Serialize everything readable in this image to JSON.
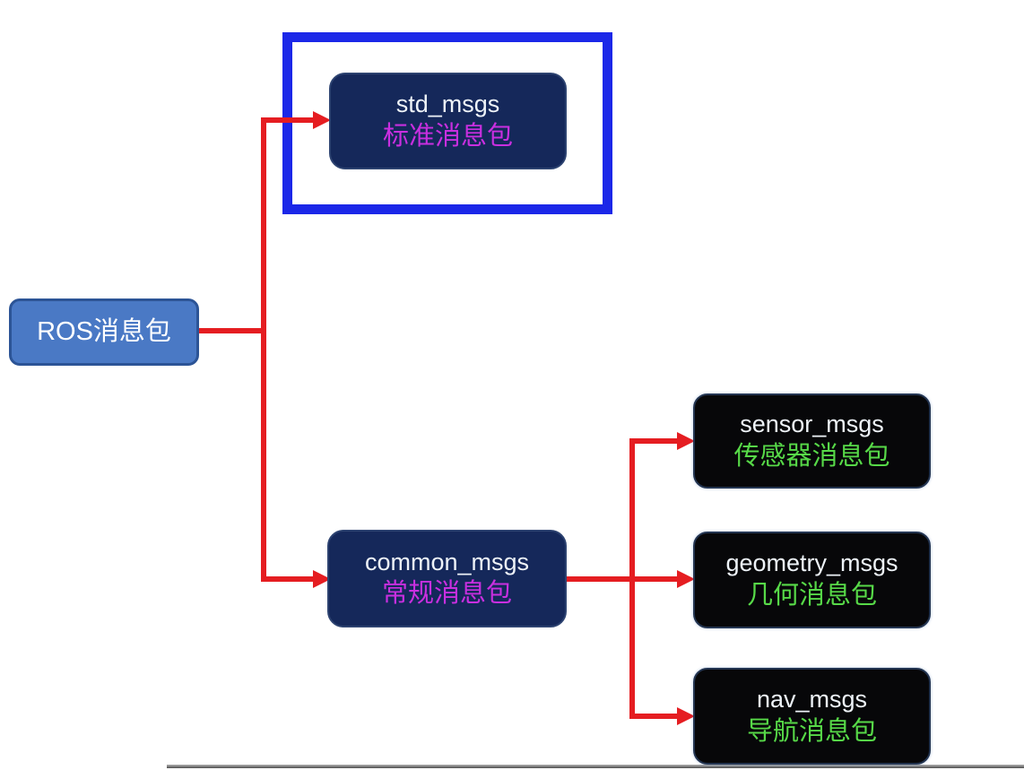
{
  "diagram": {
    "description": "ROS message package hierarchy diagram",
    "nodes": {
      "root": {
        "title": "ROS消息包"
      },
      "std": {
        "title": "std_msgs",
        "subtitle": "标准消息包",
        "highlighted": true
      },
      "common": {
        "title": "common_msgs",
        "subtitle": "常规消息包"
      },
      "sensor": {
        "title": "sensor_msgs",
        "subtitle": "传感器消息包"
      },
      "geometry": {
        "title": "geometry_msgs",
        "subtitle": "几何消息包"
      },
      "nav": {
        "title": "nav_msgs",
        "subtitle": "导航消息包"
      }
    },
    "edges": [
      {
        "from": "ROS消息包",
        "to": "std_msgs"
      },
      {
        "from": "ROS消息包",
        "to": "common_msgs"
      },
      {
        "from": "common_msgs",
        "to": "sensor_msgs"
      },
      {
        "from": "common_msgs",
        "to": "geometry_msgs"
      },
      {
        "from": "common_msgs",
        "to": "nav_msgs"
      }
    ],
    "colors": {
      "connector_red": "#e51d21",
      "highlight_frame_blue": "#1b27e8",
      "navy_node_background": "#15285a",
      "black_node_background": "#070709",
      "root_node_background": "#4a79c5",
      "root_node_border": "#2c5496",
      "english_text": "#eef3f8",
      "chinese_text_magenta": "#c92fe0",
      "chinese_text_green": "#57d948",
      "page_background": "#ffffff"
    }
  }
}
